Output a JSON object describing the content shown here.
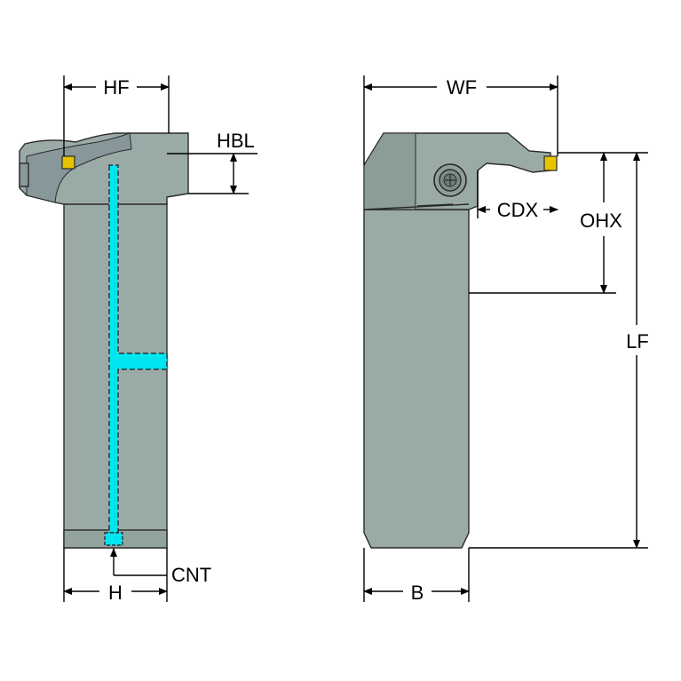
{
  "dimensions": {
    "hf": "HF",
    "hbl": "HBL",
    "h": "H",
    "cnt": "CNT",
    "wf": "WF",
    "cdx": "CDX",
    "ohx": "OHX",
    "lf": "LF",
    "b": "B"
  },
  "colors": {
    "body": "#9aaaa7",
    "body_dark": "#7d8c89",
    "coolant": "#00e5f0",
    "insert_tip": "#e8c400",
    "outline": "#2a2a2a",
    "background": "#ffffff"
  },
  "icons": {
    "clamp_screw": "screw-icon"
  }
}
